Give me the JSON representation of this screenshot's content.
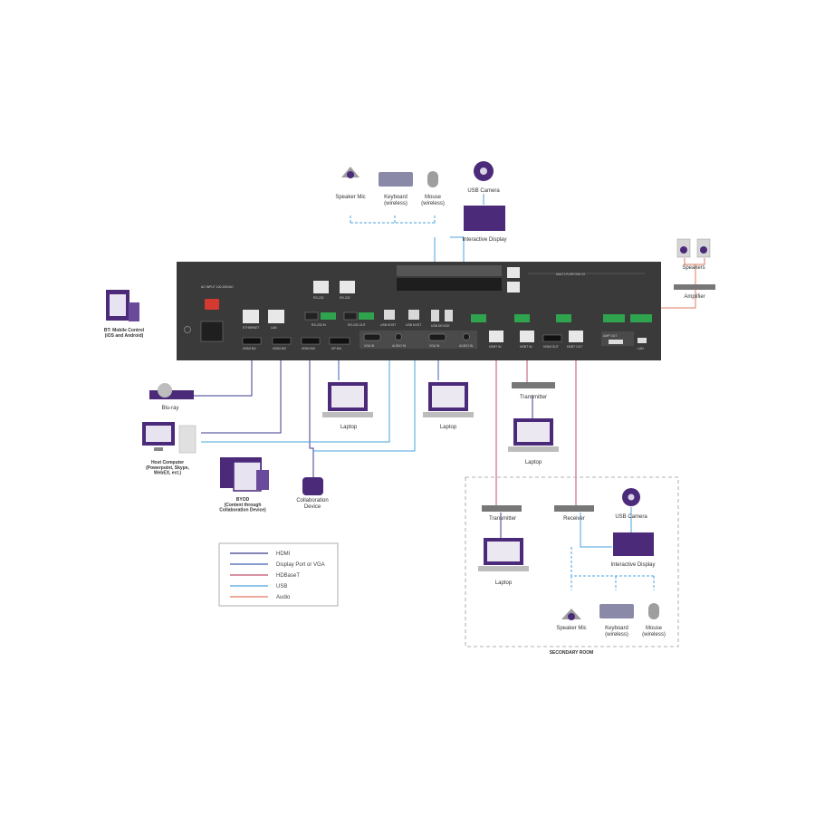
{
  "device_labels": {
    "speaker_mic_top": "Speaker Mic",
    "keyboard_top": "Keyboard\n(wireless)",
    "mouse_top": "Mouse\n(wireless)",
    "usb_camera_top": "USB Camera",
    "interactive_display_top": "Interactive Display",
    "speakers": "Speakers",
    "amplifier": "Amplifier",
    "bt_mobile": "BT: Mobile Control\n(iOS and Android)",
    "bluray": "Blu-ray",
    "host_computer": "Host Computer\n(Powerpoint, Skype,\nWebEX, ect.)",
    "byod": "BYOD\n(Content through\nCollaboration Device)",
    "collab_device": "Collaboration\nDevice",
    "laptop_1": "Laptop",
    "laptop_2": "Laptop",
    "transmitter_1": "Transmitter",
    "laptop_3": "Laptop",
    "transmitter_2": "Transmitter",
    "laptop_4": "Laptop",
    "receiver": "Receiver",
    "usb_camera_2": "USB Camera",
    "interactive_display_2": "Interactive Display",
    "speaker_mic_2": "Speaker Mic",
    "keyboard_2": "Keyboard\n(wireless)",
    "mouse_2": "Mouse\n(wireless)",
    "secondary_room": "SECONDARY ROOM"
  },
  "panel_labels": {
    "power_label": "AC INPUT 100-240VAC",
    "ethernet": "ETHERNET",
    "lan": "LAN",
    "hdmi_in_a": "HDMI IN1",
    "hdmi_in_b": "HDMI IN2",
    "hdmi_in_c": "HDMI IN3",
    "dp_in": "DP IN4",
    "rs232_a": "RS-232",
    "rs232_b": "RS-232",
    "rs232_in": "RS-232 IN",
    "rs232_out": "RS-232 OUT",
    "usb_host_a": "USB HOST",
    "usb_host_b": "USB HOST",
    "vga": "VGA IN",
    "audio_in": "AUDIO IN",
    "vga_b": "VGA IN",
    "audio_b": "AUDIO IN",
    "usb_device": "USB DEVICE",
    "hdbt_a": "HDBT IN",
    "hdbt_b": "HDBT IN",
    "hdmi_out": "HDMI OUT",
    "hdbt_out": "HDBT OUT",
    "amp_out": "AMP OUT",
    "lan_b": "LAN",
    "multi_purpose": "MULTI-PURPOSE IO"
  },
  "legend": {
    "items": [
      {
        "label": "HDMI",
        "color": "#3b3b8f"
      },
      {
        "label": "Display Port or VGA",
        "color": "#3e5fb0"
      },
      {
        "label": "HDBaseT",
        "color": "#c2506a"
      },
      {
        "label": "USB",
        "color": "#4aa3df"
      },
      {
        "label": "Audio",
        "color": "#e07a5f"
      }
    ]
  },
  "colors": {
    "panel": "#3a3a3a",
    "purple": "#4b2a7a",
    "hdmi": "#3b3b8f",
    "dp": "#3e5fb0",
    "hdbaset": "#c2506a",
    "usb": "#4aa3df",
    "audio": "#e07a5f"
  }
}
